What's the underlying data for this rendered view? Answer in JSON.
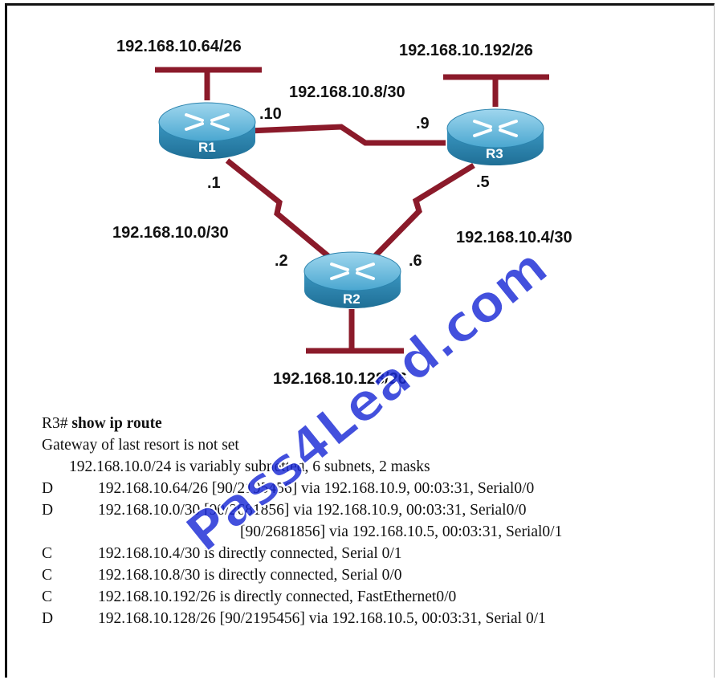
{
  "topology": {
    "networks": {
      "r1_lan": "192.168.10.64/26",
      "r3_lan": "192.168.10.192/26",
      "r1_r3": "192.168.10.8/30",
      "r1_r2": "192.168.10.0/30",
      "r2_r3": "192.168.10.4/30",
      "r2_lan": "192.168.10.128/26"
    },
    "interfaces": {
      "r1_to_r3": ".10",
      "r3_to_r1": ".9",
      "r1_to_r2": ".1",
      "r3_to_r2": ".5",
      "r2_to_r1": ".2",
      "r2_to_r3": ".6"
    },
    "routers": {
      "r1": "R1",
      "r2": "R2",
      "r3": "R3"
    },
    "colors": {
      "router_body": "#3a9ac4",
      "serial_link": "#8b1a2a",
      "lan": "#8b1a2a"
    }
  },
  "watermark": "Pass4Lead.com",
  "output": {
    "prompt": "R3#",
    "command": "show ip route",
    "gateway": "Gateway of last resort is not set",
    "summary": "192.168.10.0/24 is variably subnetted, 6 subnets, 2 masks",
    "routes": [
      {
        "code": "D",
        "text": "192.168.10.64/26 [90/2195456] via 192.168.10.9, 00:03:31, Serial0/0"
      },
      {
        "code": "D",
        "text": "192.168.10.0/30 [90/2681856] via 192.168.10.9, 00:03:31, Serial0/0"
      },
      {
        "code": "",
        "text": "[90/2681856] via 192.168.10.5, 00:03:31, Serial0/1"
      },
      {
        "code": "C",
        "text": "192.168.10.4/30 is directly connected, Serial 0/1"
      },
      {
        "code": "C",
        "text": "192.168.10.8/30 is directly connected, Serial 0/0"
      },
      {
        "code": "C",
        "text": "192.168.10.192/26 is directly connected, FastEthernet0/0"
      },
      {
        "code": "D",
        "text": "192.168.10.128/26 [90/2195456] via 192.168.10.5, 00:03:31, Serial 0/1"
      }
    ]
  }
}
